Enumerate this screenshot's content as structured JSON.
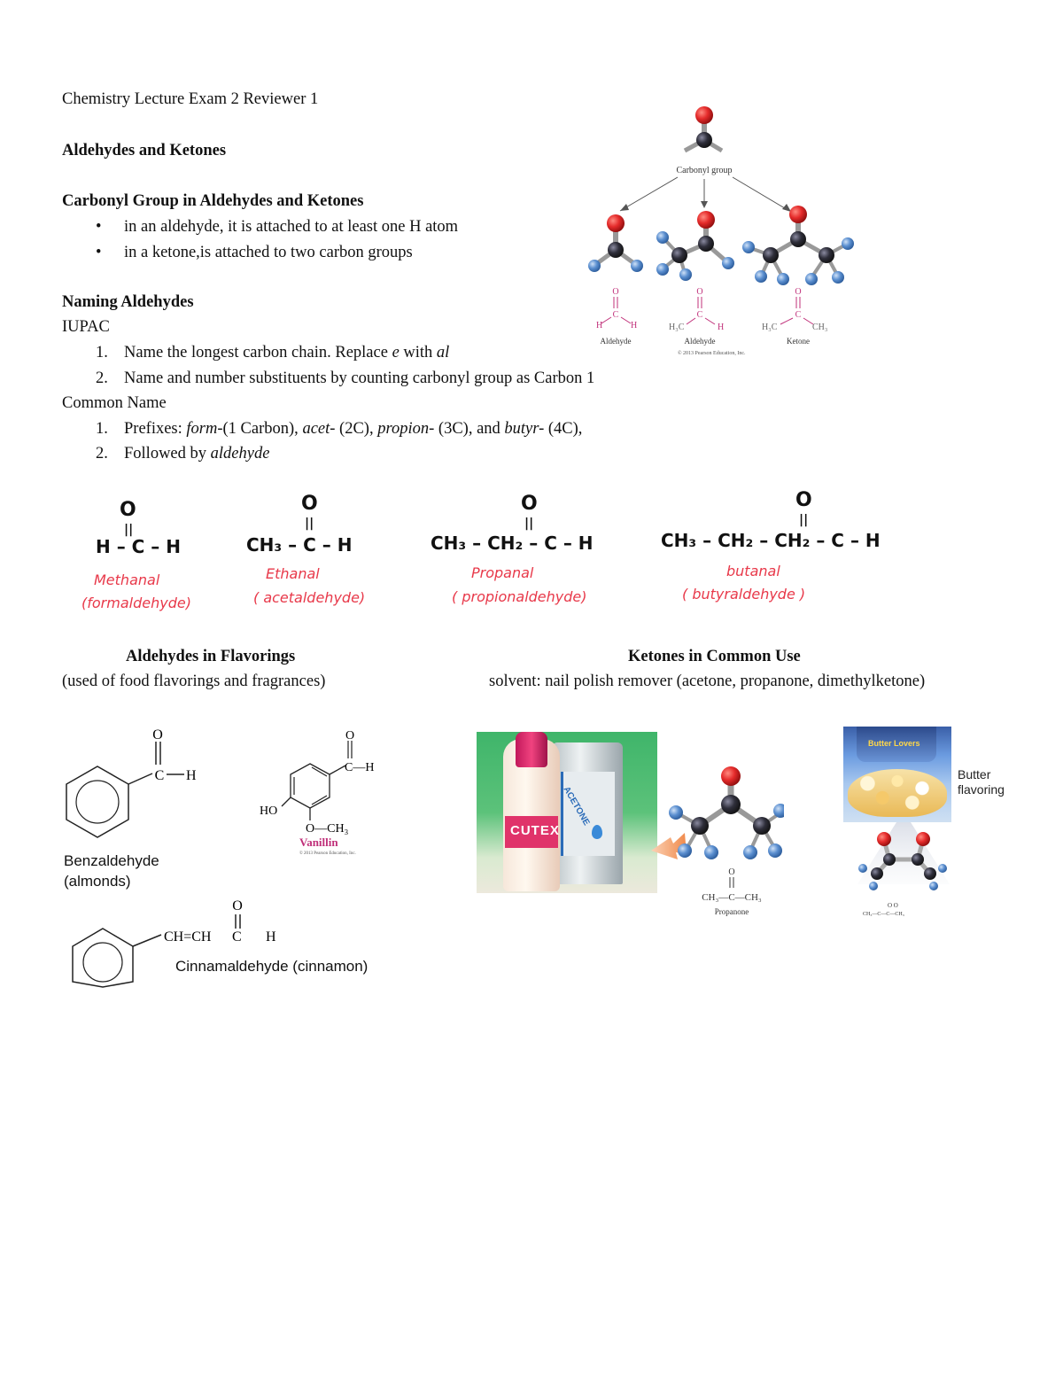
{
  "title": "Chemistry  Lecture Exam 2  Reviewer 1",
  "section": "Aldehydes and Ketones",
  "carbonyl": {
    "heading": "Carbonyl Group in Aldehydes and Ketones",
    "bullets": [
      "in an aldehyde, it is attached to at least one H atom",
      "in a ketone,is attached to two carbon groups"
    ]
  },
  "naming": {
    "heading": "Naming Aldehydes",
    "iupac_label": "IUPAC",
    "iupac_steps": [
      {
        "num": "1.",
        "pre": "Name the longest carbon chain. Replace ",
        "e": "e",
        "mid": " with ",
        "al": "al"
      },
      {
        "num": "2.",
        "text": "Name and number substituents by counting carbonyl group as Carbon 1"
      }
    ],
    "common_label": "Common Name",
    "common_steps": [
      {
        "num": "1.",
        "p1": "Prefixes: ",
        "form": "form-",
        "p2": "(1 Carbon), ",
        "acet": "acet-",
        "p3": " (2C), ",
        "propion": "propion-",
        "p4": " (3C), and ",
        "butyr": "butyr-",
        "p5": " (4C),"
      },
      {
        "num": "2.",
        "pre": "Followed by ",
        "word": "aldehyde"
      }
    ]
  },
  "figure_top": {
    "carbonyl_label": "Carbonyl group",
    "labels": [
      "Aldehyde",
      "Aldehyde",
      "Ketone"
    ],
    "formula_parts": {
      "O": "O",
      "C": "C",
      "H": "H",
      "H3C": "H₃C",
      "CH3": "CH₃"
    },
    "credit": "© 2013 Pearson Education, Inc."
  },
  "handwritten": [
    {
      "top": "O",
      "formula": "H – C – H",
      "name": "Methanal",
      "common": "(formaldehyde)"
    },
    {
      "top": "O",
      "formula": "CH₃ – C – H",
      "name": "Ethanal",
      "common": "( acetaldehyde)"
    },
    {
      "top": "O",
      "formula": "CH₃ – CH₂ – C – H",
      "name": "Propanal",
      "common": "( propionaldehyde)"
    },
    {
      "top": "O",
      "formula": "CH₃ – CH₂ – CH₂ – C – H",
      "name": "butanal",
      "common": "( butyraldehyde )"
    }
  ],
  "flavorings": {
    "heading": "Aldehydes in Flavorings",
    "sub": "(used of food flavorings and fragrances)",
    "benzaldehyde": {
      "name": "Benzaldehyde",
      "use": "(almonds)",
      "O": "O",
      "C": "C",
      "H": "H"
    },
    "vanillin": {
      "name": "Vanillin",
      "HO": "HO",
      "OCH3": "O—CH₃",
      "O": "O",
      "CH": "C—H",
      "credit": "© 2013 Pearson Education, Inc."
    },
    "cinnamaldehyde": {
      "name": "Cinnamaldehyde (cinnamon)",
      "chain": "CH=CH",
      "C": "C",
      "O": "O",
      "H": "H"
    }
  },
  "ketones": {
    "heading": "Ketones in Common Use",
    "sub": "solvent: nail polish remover (acetone, propanone, dimethylketone)",
    "photo_labels": {
      "brand": "CUTEX",
      "can": "ACETONE"
    },
    "propanone": {
      "formula": "CH₃—C—CH₃",
      "O": "O",
      "name": "Propanone"
    },
    "butter": {
      "label_line1": "Butter",
      "label_line2": "flavoring",
      "bag_text": "Butter Lovers"
    }
  },
  "colors": {
    "red_ink": "#e8394a",
    "oxygen": "#e52b2b",
    "carbon": "#2e2e3a",
    "hydrogen": "#5b8fd0",
    "pink": "#c0307a"
  }
}
